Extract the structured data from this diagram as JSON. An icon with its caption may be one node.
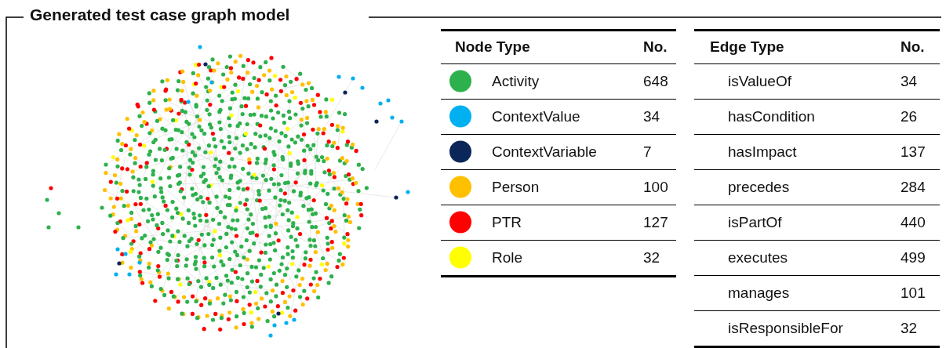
{
  "diagram": {
    "title": "Generated test case graph model",
    "labels": [
      "Node Type",
      "No.",
      "648",
      "34",
      "7",
      "100",
      "127",
      "32",
      "Edge Type",
      "No.",
      "isValueOf",
      "34",
      "hasCondition",
      "26",
      "hasImpact",
      "137",
      "precedes",
      "284",
      "isPartOf",
      "440",
      "executes",
      "499",
      "manages",
      "101",
      "isResponsibleFor",
      "32"
    ],
    "legend": [
      {
        "text": "Activity",
        "color": "#2db14c"
      },
      {
        "text": "ContextValue",
        "color": "#00b0f0"
      },
      {
        "text": "ContextVariable",
        "color": "#0b2659"
      },
      {
        "text": "Person",
        "color": "#ffc000"
      },
      {
        "text": "PTR",
        "color": "#ff0000"
      },
      {
        "text": "Role",
        "color": "#ffff00"
      }
    ]
  }
}
